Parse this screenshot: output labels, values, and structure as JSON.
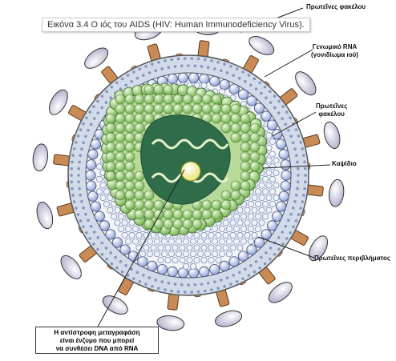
{
  "caption": "Εικόνα 3.4 Ο ιός του AIDS (HIV: Human Immunodeficiency Virus).",
  "labels": {
    "envelope_proteins_top": "Πρωτεΐνες φακέλου",
    "genomic_rna_line1": "Γενωμικό RNA",
    "genomic_rna_line2": "(γονιδίωμα ιού)",
    "envelope_proteins_mid_line1": "Πρωτεΐνες",
    "envelope_proteins_mid_line2": "φακέλου",
    "capsid": "Καψίδιο",
    "coat_proteins": "Πρωτεΐνες περιβλήματος",
    "rt_line1": "Η αντίστροφη μεταγραφάση",
    "rt_line2": "είναι ένζυμο που μπορεί",
    "rt_line3": "να συνθέσει DNA από RNA"
  },
  "colors": {
    "knob": "#c9c6dc",
    "stalk": "#c98a55",
    "lipid": "#c9d3e6",
    "inner_bead": "#aab8dc",
    "capsid_bead": "#9ccf7a",
    "rna_core": "#2e6a48",
    "enzyme": "#f2f0a6"
  }
}
